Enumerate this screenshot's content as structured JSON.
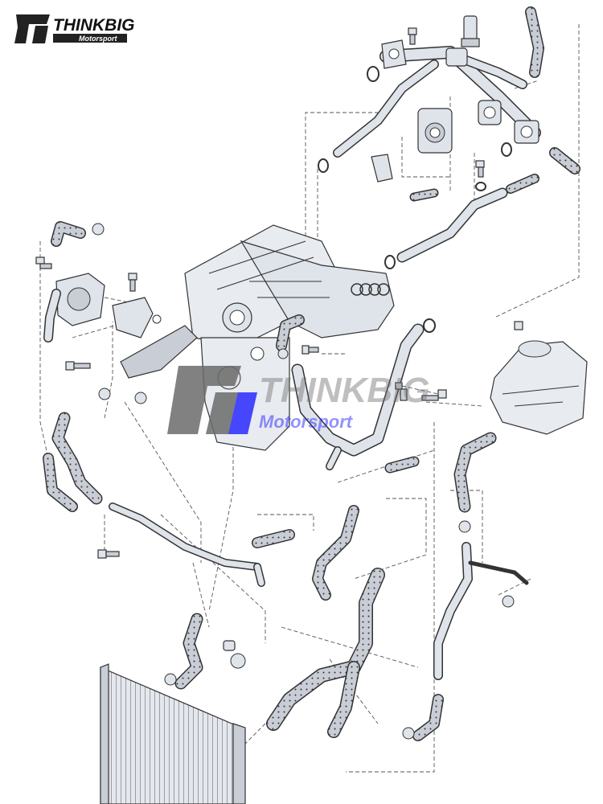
{
  "brand": {
    "name": "THINKBIG",
    "subtitle": "Motorsport",
    "mark": "bT"
  },
  "watermark": {
    "name": "THINKBIG",
    "subtitle": "Motorsport"
  },
  "colors": {
    "line": "#333333",
    "hose_fill": "#c9cdd6",
    "metal_fill": "#dfe3ea",
    "watermark_grey": "#6b6b6b",
    "watermark_blue": "#2a2aff",
    "background": "#ffffff"
  }
}
